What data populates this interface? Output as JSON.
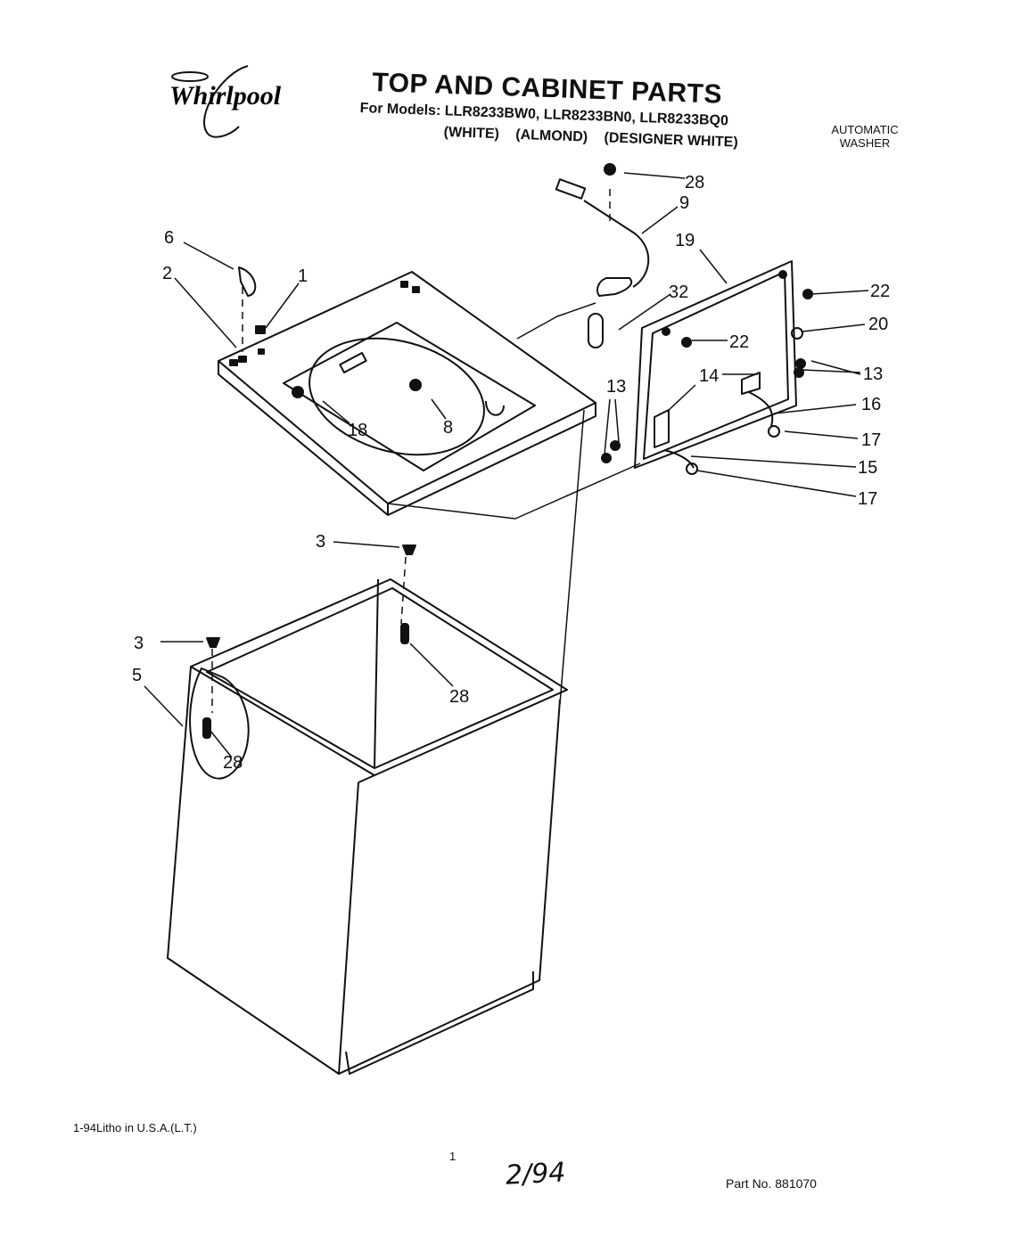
{
  "brand": {
    "logo_text": "Whirlpool"
  },
  "header": {
    "title": "TOP AND CABINET PARTS",
    "models_line": "For Models: LLR8233BW0, LLR8233BN0, LLR8233BQ0",
    "variants": [
      "(WHITE)",
      "(ALMOND)",
      "(DESIGNER WHITE)"
    ],
    "product_type_line1": "AUTOMATIC",
    "product_type_line2": "WASHER"
  },
  "callouts": [
    {
      "id": "c28a",
      "text": "28"
    },
    {
      "id": "c9",
      "text": "9"
    },
    {
      "id": "c19",
      "text": "19"
    },
    {
      "id": "c6",
      "text": "6"
    },
    {
      "id": "c2",
      "text": "2"
    },
    {
      "id": "c1",
      "text": "1"
    },
    {
      "id": "c32",
      "text": "32"
    },
    {
      "id": "c22a",
      "text": "22"
    },
    {
      "id": "c20",
      "text": "20"
    },
    {
      "id": "c22b",
      "text": "22"
    },
    {
      "id": "c13a",
      "text": "13"
    },
    {
      "id": "c14",
      "text": "14"
    },
    {
      "id": "c13b",
      "text": "13"
    },
    {
      "id": "c16",
      "text": "16"
    },
    {
      "id": "c18",
      "text": "18"
    },
    {
      "id": "c8",
      "text": "8"
    },
    {
      "id": "c17a",
      "text": "17"
    },
    {
      "id": "c15",
      "text": "15"
    },
    {
      "id": "c17b",
      "text": "17"
    },
    {
      "id": "c3a",
      "text": "3"
    },
    {
      "id": "c3b",
      "text": "3"
    },
    {
      "id": "c5",
      "text": "5"
    },
    {
      "id": "c28b",
      "text": "28"
    },
    {
      "id": "c28c",
      "text": "28"
    }
  ],
  "footer": {
    "print_info": "1-94Litho in U.S.A.(L.T.)",
    "page_number": "1",
    "handwritten_date": "2/94",
    "part_number": "Part No. 881070"
  }
}
